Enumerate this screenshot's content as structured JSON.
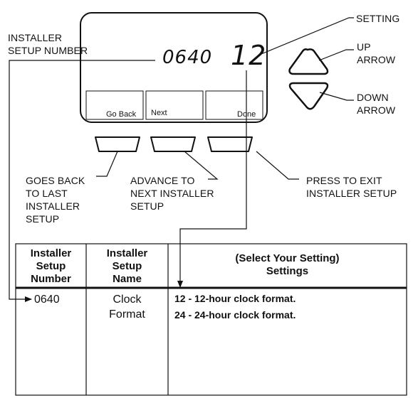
{
  "callouts": {
    "installer_setup_number": "INSTALLER\nSETUP NUMBER",
    "setting": "SETTING",
    "up_arrow": "UP\nARROW",
    "down_arrow": "DOWN\nARROW",
    "goes_back": "GOES BACK\nTO LAST\nINSTALLER\nSETUP",
    "advance": "ADVANCE TO\nNEXT INSTALLER\nSETUP",
    "press_exit": "PRESS TO EXIT\nINSTALLER SETUP"
  },
  "display": {
    "setup_number": "0640",
    "setting_value": "12",
    "softkeys": {
      "go_back": "Go Back",
      "next": "Next",
      "done": "Done"
    }
  },
  "table": {
    "headers": {
      "number": "Installer\nSetup\nNumber",
      "name": "Installer\nSetup\nName",
      "settings": "(Select Your Setting)\nSettings"
    },
    "row": {
      "number": "0640",
      "name": "Clock\nFormat",
      "settings": [
        "12 - 12-hour clock format.",
        "24 - 24-hour clock format."
      ]
    }
  },
  "icons": [
    "up-arrow-icon",
    "down-arrow-icon"
  ]
}
